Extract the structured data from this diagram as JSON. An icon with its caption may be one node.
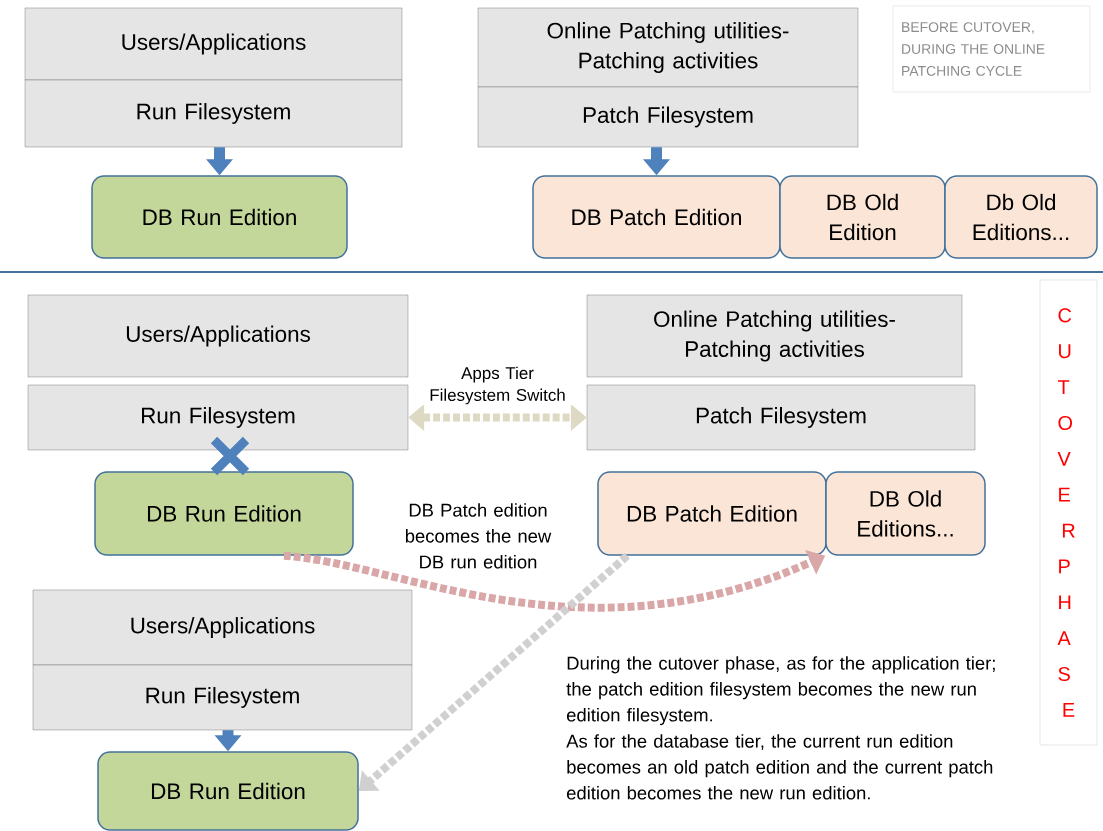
{
  "diagram": {
    "nodes": [
      {
        "text": [
          "Users/Applications"
        ]
      },
      {
        "text": [
          "Run Filesystem"
        ]
      },
      {
        "text": [
          "DB Run Edition"
        ]
      },
      {
        "text": [
          "Online Patching utilities- Patching activities"
        ]
      },
      {
        "text": [
          "Patch Filesystem"
        ]
      },
      {
        "text": [
          "DB Patch Edition"
        ]
      },
      {
        "text": [
          "DB Old Edition"
        ]
      },
      {
        "text": [
          "Db Old Editions..."
        ]
      },
      {
        "text": [
          "BEFORE CUTOVER, DURING THE ONLINE PATCHING CYCLE"
        ]
      },
      {
        "text": [
          "Users/Applications"
        ]
      },
      {
        "text": [
          "Run Filesystem"
        ]
      },
      {
        "text": [
          "DB Run Edition"
        ]
      },
      {
        "text": [
          "Online Patching utilities- Patching activities"
        ]
      },
      {
        "text": [
          "Patch Filesystem"
        ]
      },
      {
        "text": [
          "DB Patch Edition"
        ]
      },
      {
        "text": [
          "DB Old Editions..."
        ]
      },
      {
        "text": [
          "Users/Applications"
        ]
      },
      {
        "text": [
          "Run Filesystem"
        ]
      },
      {
        "text": [
          "DB Run Edition"
        ]
      },
      {
        "text": [
          "CUTOVER PHASE"
        ]
      }
    ],
    "edges": [
      {
        "from": 1,
        "to": 2,
        "arrow": "to"
      },
      {
        "from": 4,
        "to": 5,
        "arrow": "to"
      },
      {
        "from": 10,
        "to": 13,
        "arrow": "both",
        "label": "Apps Tier Filesystem Switch",
        "style": "dashed",
        "color": "#ddd9c3"
      },
      {
        "from": 11,
        "to": 15,
        "arrow": "to",
        "style": "dashed",
        "color": "#d9a7a7"
      },
      {
        "from": 14,
        "to": 18,
        "arrow": "to",
        "style": "dashed",
        "color": "#d0d0d0"
      },
      {
        "from": 17,
        "to": 18,
        "arrow": "to"
      }
    ],
    "labels": [
      "DB Patch edition becomes the new DB run edition",
      "During the cutover phase, as for the application tier; the patch edition filesystem becomes the new run edition filesystem.",
      "As for the database tier, the current run edition becomes an old patch edition and the current patch edition becomes the new run edition."
    ]
  }
}
